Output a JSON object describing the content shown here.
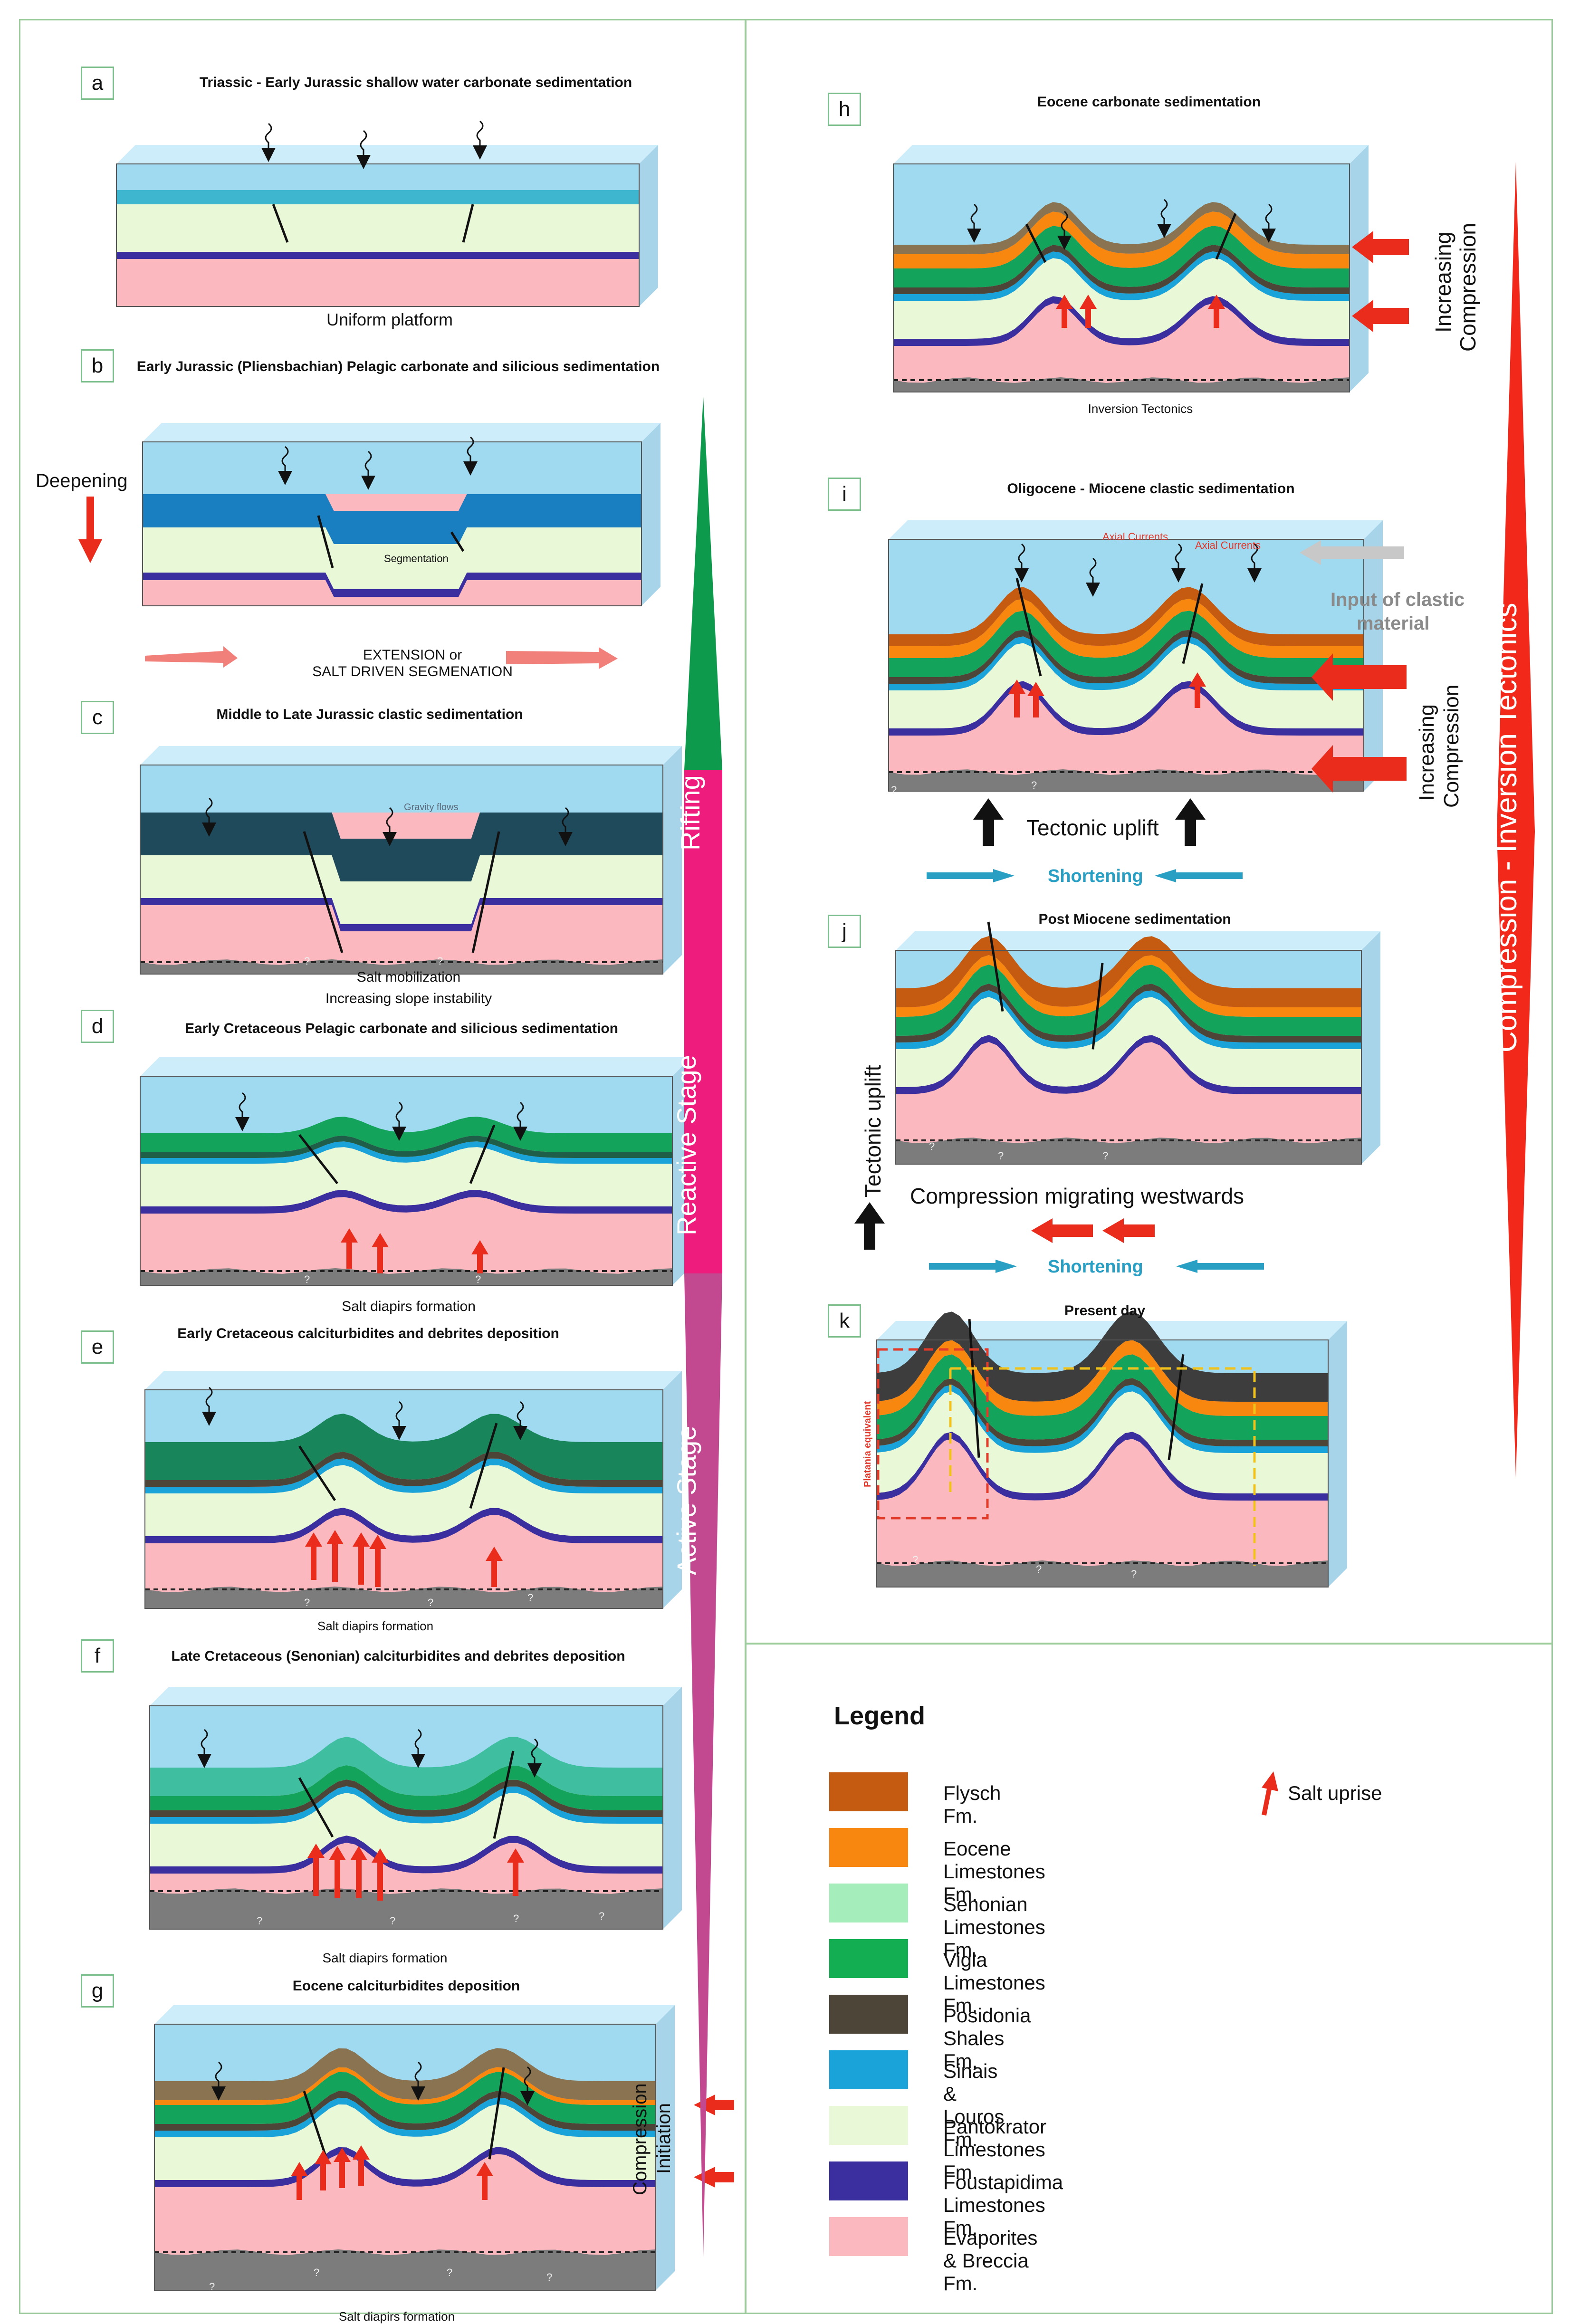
{
  "panels": {
    "a": {
      "letter": "a",
      "title": "Triassic - Early Jurassic shallow water carbonate sedimentation",
      "caption": "Uniform platform"
    },
    "b": {
      "letter": "b",
      "title": "Early Jurassic (Pliensbachian) Pelagic carbonate and silicious sedimentation",
      "side_label": "Deepening",
      "inner_label": "Segmentation",
      "caption_1": "EXTENSION or",
      "caption_2": "SALT DRIVEN SEGMENATION"
    },
    "c": {
      "letter": "c",
      "title": "Middle to Late Jurassic clastic sedimentation",
      "inner_label": "Gravity flows",
      "caption_1": "Salt mobilization",
      "caption_2": "Increasing slope instability"
    },
    "d": {
      "letter": "d",
      "title": "Early Cretaceous Pelagic carbonate and silicious sedimentation",
      "caption": "Salt diapirs formation"
    },
    "e": {
      "letter": "e",
      "title": "Early Cretaceous calciturbidites and debrites deposition",
      "caption": "Salt diapirs formation"
    },
    "f": {
      "letter": "f",
      "title": "Late Cretaceous (Senonian) calciturbidites and debrites deposition",
      "caption": "Salt diapirs formation"
    },
    "g": {
      "letter": "g",
      "title": "Eocene calciturbidites deposition",
      "caption": "Salt diapirs formation",
      "side_1": "Compression",
      "side_2": "Initiation"
    },
    "h": {
      "letter": "h",
      "title": "Eocene carbonate sedimentation",
      "caption": "Inversion Tectonics",
      "side_1": "Increasing",
      "side_2": "Compression"
    },
    "i": {
      "letter": "i",
      "title": "Oligocene - Miocene clastic sedimentation",
      "axial_1": "Axial Currents",
      "axial_2": "Axial Currents",
      "input_1": "Input of clastic",
      "input_2": "material",
      "side_1": "Increasing",
      "side_2": "Compression",
      "uplift": "Tectonic uplift",
      "shortening": "Shortening"
    },
    "j": {
      "letter": "j",
      "title": "Post Miocene sedimentation",
      "side": "Tectonic uplift",
      "migrating": "Compression migrating westwards",
      "shortening": "Shortening"
    },
    "k": {
      "letter": "k",
      "title": "Present day",
      "platania": "Platania equivalent"
    }
  },
  "stages": {
    "rifting": "Rifting",
    "reactive": "Reactive Stage",
    "active": "Active Stage",
    "inversion": "Compression - Inversion Tectonics",
    "colors": {
      "rifting": "#0d9a4c",
      "reactive": "#ee1c7c",
      "active": "#c2488f",
      "inversion": "#f2281a"
    }
  },
  "legend": {
    "title": "Legend",
    "salt_uprise": "Salt uprise",
    "items": [
      {
        "label": "Flysch Fm.",
        "color": "#c55a11"
      },
      {
        "label": "Eocene Limestones Fm.",
        "color": "#f7870f"
      },
      {
        "label": "Senonian Limestones Fm.",
        "color": "#a5eebc"
      },
      {
        "label": "Vigla Limestones Fm.",
        "color": "#13ae52"
      },
      {
        "label": "Posidonia Shales Fm.",
        "color": "#4d4638"
      },
      {
        "label": "Sinais & Louros Fm.",
        "color": "#1aa3d8"
      },
      {
        "label": "Pantokrator Limestones Fm.",
        "color": "#e9f8d6"
      },
      {
        "label": "Foustapidima Limestones Fm.",
        "color": "#3b2e9e"
      },
      {
        "label": "Evaporites & Breccia Fm.",
        "color": "#fbb9bf"
      }
    ]
  },
  "symbols": {
    "unknown": "?"
  },
  "colors": {
    "water": "#8fd4ef",
    "water_top": "#bfe8f8",
    "salt": "#fbb9bf",
    "basement": "#7c7c7c",
    "frame": "#9ccc9c",
    "red_arrow": "#ea2c1c",
    "teal": "#2a9fc4"
  }
}
